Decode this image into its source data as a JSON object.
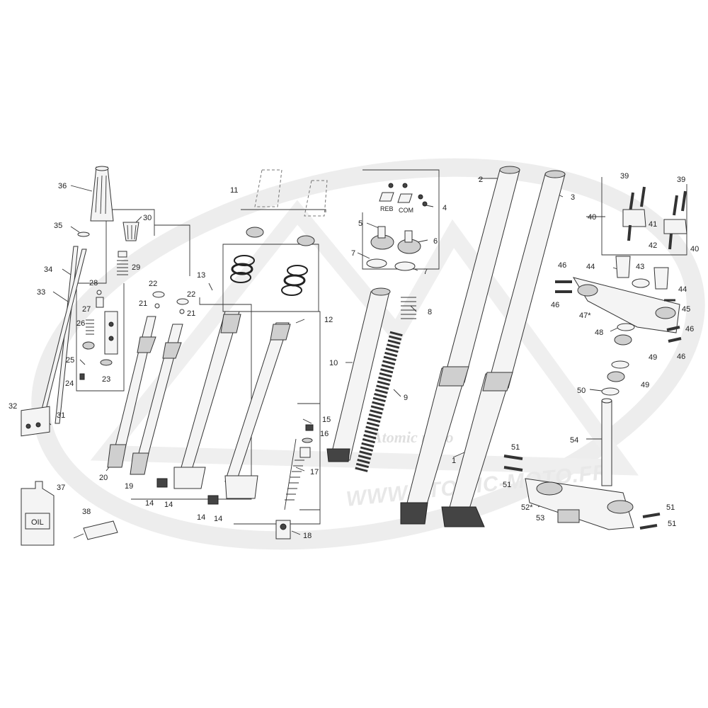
{
  "watermark": {
    "url": "WWW.ATOMIC-MOTO.FR",
    "logo": "Atomic moto"
  },
  "oil_bottle_label": "OIL",
  "adjuster_labels": {
    "rebound": "REB",
    "compression": "COM"
  },
  "callouts": [
    {
      "id": "c1",
      "text": "1"
    },
    {
      "id": "c2",
      "text": "2"
    },
    {
      "id": "c3",
      "text": "3"
    },
    {
      "id": "c4",
      "text": "4"
    },
    {
      "id": "c5",
      "text": "5"
    },
    {
      "id": "c6",
      "text": "6"
    },
    {
      "id": "c7a",
      "text": "7"
    },
    {
      "id": "c7b",
      "text": "7"
    },
    {
      "id": "c8",
      "text": "8"
    },
    {
      "id": "c9",
      "text": "9"
    },
    {
      "id": "c10",
      "text": "10"
    },
    {
      "id": "c11",
      "text": "11"
    },
    {
      "id": "c12",
      "text": "12"
    },
    {
      "id": "c13",
      "text": "13"
    },
    {
      "id": "c14a",
      "text": "14"
    },
    {
      "id": "c14b",
      "text": "14"
    },
    {
      "id": "c14c",
      "text": "14"
    },
    {
      "id": "c14d",
      "text": "14"
    },
    {
      "id": "c15",
      "text": "15"
    },
    {
      "id": "c16",
      "text": "16"
    },
    {
      "id": "c17",
      "text": "17"
    },
    {
      "id": "c18",
      "text": "18"
    },
    {
      "id": "c19",
      "text": "19"
    },
    {
      "id": "c20",
      "text": "20"
    },
    {
      "id": "c21a",
      "text": "21"
    },
    {
      "id": "c21b",
      "text": "21"
    },
    {
      "id": "c22a",
      "text": "22"
    },
    {
      "id": "c22b",
      "text": "22"
    },
    {
      "id": "c23",
      "text": "23"
    },
    {
      "id": "c24",
      "text": "24"
    },
    {
      "id": "c25",
      "text": "25"
    },
    {
      "id": "c26",
      "text": "26"
    },
    {
      "id": "c27",
      "text": "27"
    },
    {
      "id": "c28",
      "text": "28"
    },
    {
      "id": "c29",
      "text": "29"
    },
    {
      "id": "c30",
      "text": "30"
    },
    {
      "id": "c31",
      "text": "31"
    },
    {
      "id": "c32",
      "text": "32"
    },
    {
      "id": "c33",
      "text": "33"
    },
    {
      "id": "c34",
      "text": "34"
    },
    {
      "id": "c35",
      "text": "35"
    },
    {
      "id": "c36",
      "text": "36"
    },
    {
      "id": "c37",
      "text": "37"
    },
    {
      "id": "c38",
      "text": "38"
    },
    {
      "id": "c39a",
      "text": "39"
    },
    {
      "id": "c39b",
      "text": "39"
    },
    {
      "id": "c40a",
      "text": "40"
    },
    {
      "id": "c40b",
      "text": "40"
    },
    {
      "id": "c41",
      "text": "41"
    },
    {
      "id": "c42",
      "text": "42"
    },
    {
      "id": "c43",
      "text": "43"
    },
    {
      "id": "c44a",
      "text": "44"
    },
    {
      "id": "c44b",
      "text": "44"
    },
    {
      "id": "c45",
      "text": "45"
    },
    {
      "id": "c46a",
      "text": "46"
    },
    {
      "id": "c46b",
      "text": "46"
    },
    {
      "id": "c46c",
      "text": "46"
    },
    {
      "id": "c46d",
      "text": "46"
    },
    {
      "id": "c47",
      "text": "47*"
    },
    {
      "id": "c48",
      "text": "48"
    },
    {
      "id": "c49a",
      "text": "49"
    },
    {
      "id": "c49b",
      "text": "49"
    },
    {
      "id": "c50",
      "text": "50"
    },
    {
      "id": "c51a",
      "text": "51"
    },
    {
      "id": "c51b",
      "text": "51"
    },
    {
      "id": "c51c",
      "text": "51"
    },
    {
      "id": "c51d",
      "text": "51"
    },
    {
      "id": "c52",
      "text": "52*"
    },
    {
      "id": "c53",
      "text": "53"
    },
    {
      "id": "c54",
      "text": "54"
    }
  ]
}
